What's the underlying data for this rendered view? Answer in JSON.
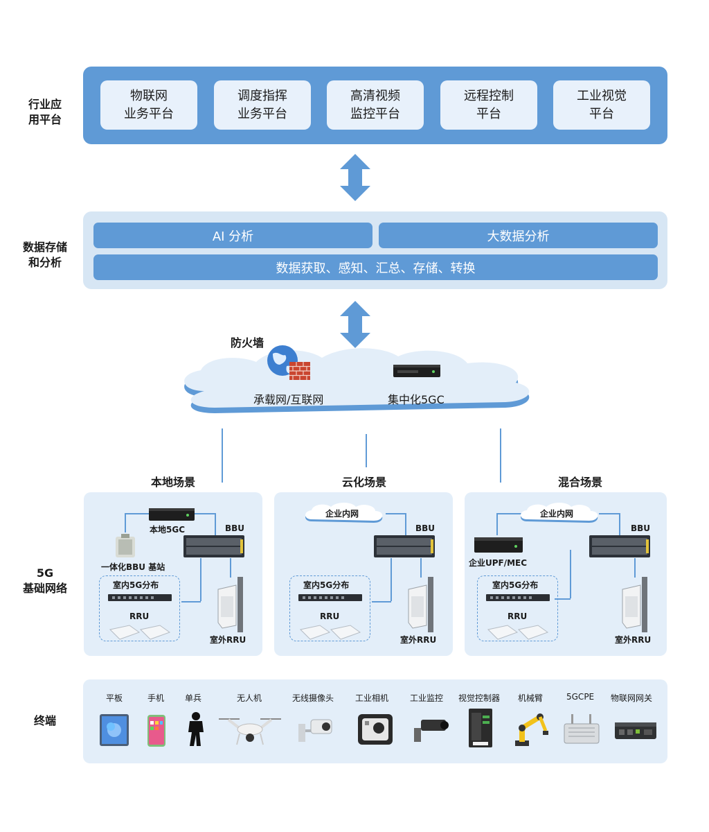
{
  "layers": {
    "app_label": "行业应\n用平台",
    "data_label": "数据存储\n和分析",
    "net_label": "5G\n基础网络",
    "term_label": "终端"
  },
  "app_platforms": [
    "物联网\n业务平台",
    "调度指挥\n业务平台",
    "高清视频\n监控平台",
    "远程控制\n平台",
    "工业视觉\n平台"
  ],
  "data": {
    "ai": "AI 分析",
    "bigdata": "大数据分析",
    "pipeline": "数据获取、感知、汇总、存储、转换"
  },
  "cloud": {
    "firewall": "防火墙",
    "bearer": "承载网/互联网",
    "core": "集中化5GC"
  },
  "scenes": {
    "local": {
      "title": "本地场景",
      "local5gc": "本地5GC",
      "bbu": "BBU",
      "integrated_bbu": "一体化BBU 基站",
      "indoor": "室内5G分布",
      "rru": "RRU",
      "outdoor": "室外RRU"
    },
    "cloudified": {
      "title": "云化场景",
      "intranet": "企业内网",
      "bbu": "BBU",
      "indoor": "室内5G分布",
      "rru": "RRU",
      "outdoor": "室外RRU"
    },
    "hybrid": {
      "title": "混合场景",
      "intranet": "企业内网",
      "bbu": "BBU",
      "upf": "企业UPF/MEC",
      "indoor": "室内5G分布",
      "rru": "RRU",
      "outdoor": "室外RRU"
    }
  },
  "terminals": [
    "平板",
    "手机",
    "单兵",
    "无人机",
    "无线摄像头",
    "工业相机",
    "工业监控",
    "视觉控制器",
    "机械臂",
    "5GCPE",
    "物联网网关"
  ],
  "colors": {
    "primary": "#5f9ad6",
    "light": "#e3eef9",
    "data_band": "#d7e6f4"
  }
}
